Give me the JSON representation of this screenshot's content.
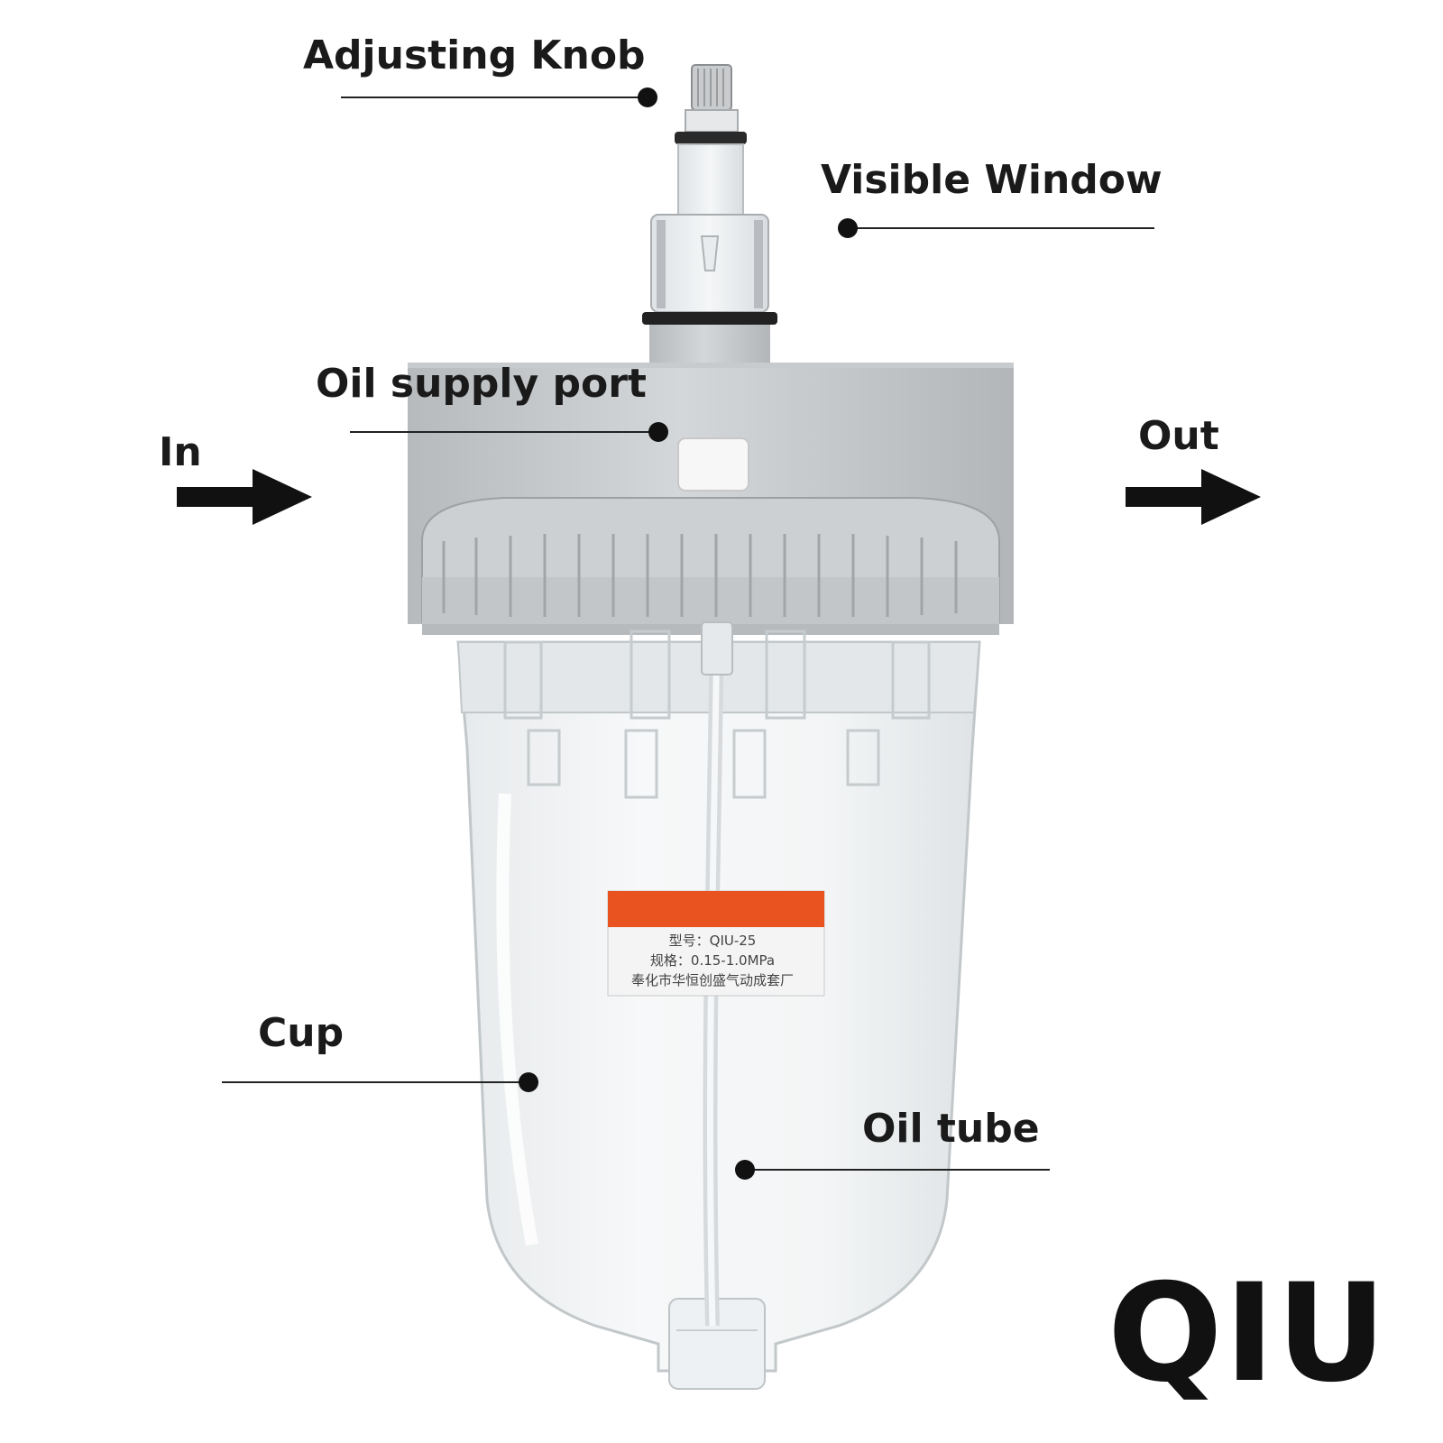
{
  "callouts": {
    "adjusting_knob": "Adjusting Knob",
    "visible_window": "Visible Window",
    "oil_supply_port": "Oil supply port",
    "cup": "Cup",
    "oil_tube": "Oil tube"
  },
  "flow": {
    "in": "In",
    "out": "Out"
  },
  "brand": "QIU",
  "product_label": {
    "model_line": "型号：QIU-25",
    "spec_line": "规格：0.15-1.0MPa",
    "maker_line": "奉化市华恒创盛气动成套厂"
  },
  "colors": {
    "housing": "#c9cccf",
    "label_band": "#e8531f",
    "text": "#1a1a1a"
  }
}
